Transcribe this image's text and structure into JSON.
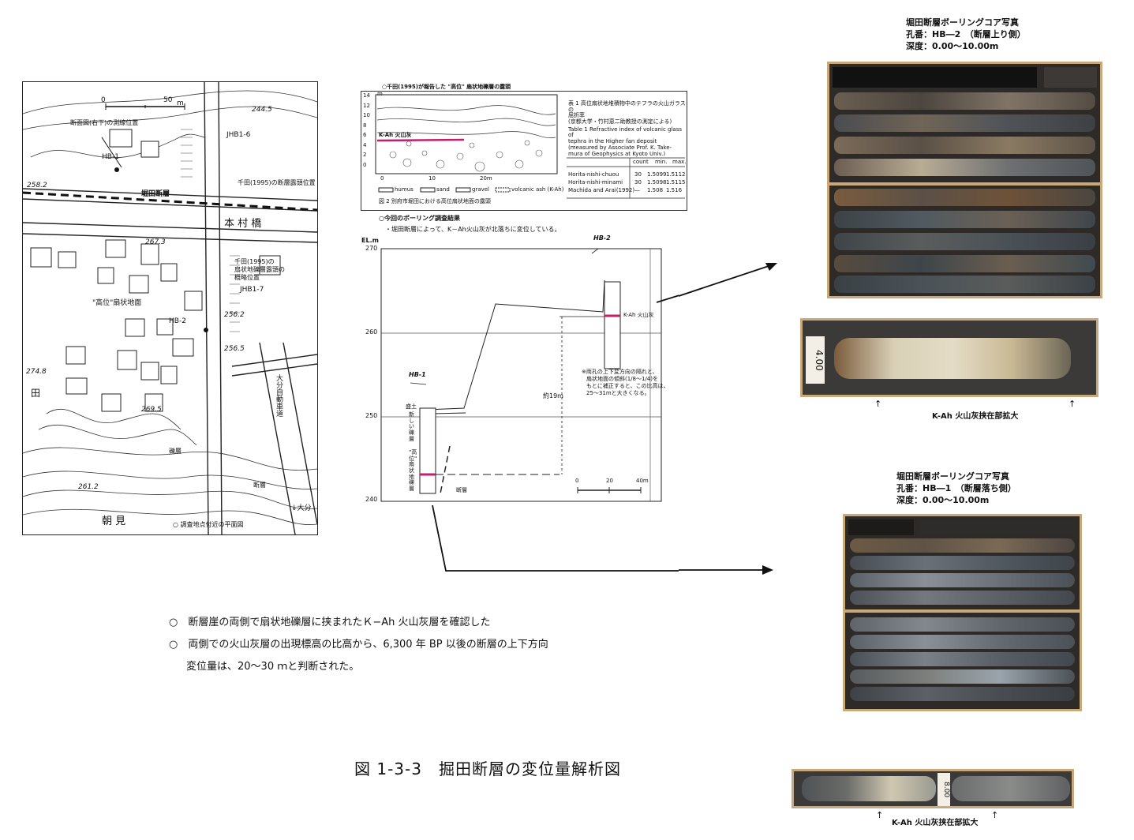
{
  "map": {
    "scale_zero": "0",
    "scale_50": "50",
    "scale_unit": "m",
    "elev_2445": "244.5",
    "elev_2582": "258.2",
    "elev_2673": "267.3",
    "elev_2562": "256.2",
    "elev_2565": "256.5",
    "elev_2748": "274.8",
    "elev_2695": "269.5",
    "elev_2612": "261.2",
    "jhb1_6": "JHB1-6",
    "jhb1_7": "JHB1-7",
    "hb1": "HB-1",
    "hb2": "HB-2",
    "section_line_label": "断面図(右下)の測線位置",
    "chida_outcrop": "千田(1995)の断層露頭位置",
    "horita_fault": "堀田断層",
    "honmura_bridge": "本 村 橋",
    "chida_fan_1": "千田(1995)の",
    "chida_fan_2": "扇状地礫層露頭の",
    "chida_fan_3": "概略位置",
    "higher_fan": "\"高位\"扇状地面",
    "expressway": "大分自動車道",
    "gravel": "礫層",
    "fault": "断層",
    "rice_field": "田",
    "asami": "朝 見",
    "oita": "↓大分",
    "map_caption": "○ 調査地点付近の平面図"
  },
  "outcrop": {
    "heading": "○千田(1995)が報告した \"高位\" 扇状地礫層の露頭",
    "y_ticks": [
      "14",
      "12",
      "10",
      "8",
      "6",
      "4",
      "2",
      "0"
    ],
    "y_unit": "m",
    "x_ticks": [
      "0",
      "10",
      "20m"
    ],
    "kah_label": "K-Ah 火山灰",
    "legend_humus": "humus",
    "legend_sand": "sand",
    "legend_gravel": "gravel",
    "legend_ash": "volcanic ash (K-Ah)",
    "fig2_caption": "図 2  別府市堀田における高位扇状地面の露頭",
    "table_title_jp_1": "表 1  高位扇状地堆積物中のテフラの火山ガラスの",
    "table_title_jp_2": "屈折率",
    "table_title_jp_3": "(京都大学・竹村恵二助教授の測定による)",
    "table_title_en_1": "Table 1  Refractive index of volcanic glass of",
    "table_title_en_2": "tephra in the Higher fan deposit",
    "table_title_en_3": "(measured by Associate Prof. K. Take-",
    "table_title_en_4": "mura of Geophysics at Kyoto Univ.)",
    "table_headers": [
      "count",
      "min.",
      "max."
    ],
    "table_rows": [
      {
        "name": "Horita-nishi-chuou",
        "count": "30",
        "min": "1.5099",
        "max": "1.5112"
      },
      {
        "name": "Horita-nishi-minami",
        "count": "30",
        "min": "1.5098",
        "max": "1.5115"
      },
      {
        "name": "Machida and Arai(1992)",
        "count": "—",
        "min": "1.508",
        "max": "1.516"
      }
    ]
  },
  "boring": {
    "heading": "○今回のボーリング調査結果",
    "subheading": "・堀田断層によって、K－Ah火山灰が北落ちに変位している。",
    "y_unit": "EL.m",
    "y_ticks": [
      "270",
      "260",
      "250",
      "240"
    ],
    "hb2": "HB-2",
    "hb1": "HB-1",
    "kah": "K-Ah 火山灰",
    "fill_label": "盛土",
    "new_gravel": "新しい礫層",
    "high_fan_gravel": "\"高位\" 扇状地礫層",
    "fault": "断層",
    "note_1": "※両孔の上下変方向の隔れと、",
    "note_2": "扇状地面の傾斜(1/8〜1/4)を",
    "note_3": "もとに補正すると、この比高は、",
    "note_4": "25〜31mと大きくなる。",
    "offset": "約19m",
    "scale_0": "0",
    "scale_20": "20",
    "scale_40": "40m"
  },
  "core_top": {
    "title": "堀田断層ボーリングコア写真",
    "hole": "孔番：HB―2　（断層上り側）",
    "depth": "深度：0.00〜10.00m",
    "zoom_mark": "4.00",
    "zoom_caption": "K-Ah 火山灰挟在部拡大"
  },
  "core_bottom": {
    "title": "堀田断層ボーリングコア写真",
    "hole": "孔番：HB―1　（断層落ち側）",
    "depth": "深度：0.00〜10.00m",
    "zoom_mark": "8.00",
    "zoom_caption": "K-Ah 火山灰挟在部拡大"
  },
  "summary": {
    "line1": "○　断層崖の両側で扇状地礫層に挟まれたＫ−Ah 火山灰層を確認した",
    "line2": "○　両側での火山灰層の出現標高の比高から、6,300 年 BP 以後の断層の上下方向",
    "line3": "変位量は、20〜30 ｍと判断された。"
  },
  "figure_title": "図 1-3-3　掘田断層の変位量解析図",
  "colors": {
    "ash_line": "#c0206a",
    "core_frame": "#c9a97a"
  }
}
